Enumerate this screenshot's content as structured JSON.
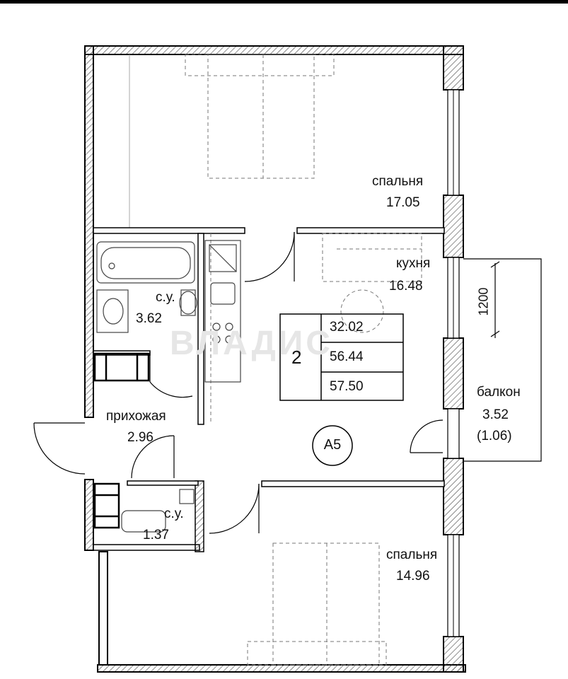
{
  "rooms": {
    "bedroom1": {
      "name": "спальня",
      "area": "17.05"
    },
    "kitchen": {
      "name": "кухня",
      "area": "16.48"
    },
    "bathroom1": {
      "name": "с.у.",
      "area": "3.62"
    },
    "hallway": {
      "name": "прихожая",
      "area": "2.96"
    },
    "bathroom2": {
      "name": "с.у.",
      "area": "1.37"
    },
    "bedroom2": {
      "name": "спальня",
      "area": "14.96"
    },
    "balcony": {
      "name": "балкон",
      "area": "3.52",
      "area_reduced": "(1.06)"
    }
  },
  "summary": {
    "rooms_count": "2",
    "living_area": "32.02",
    "total_area": "56.44",
    "total_area_with_balcony": "57.50"
  },
  "apartment_id": "A5",
  "dimension": "1200",
  "watermark": "ВЛАДИС",
  "colors": {
    "wall": "#000000",
    "hatch": "#555555",
    "furniture": "#888888",
    "background": "#ffffff"
  }
}
